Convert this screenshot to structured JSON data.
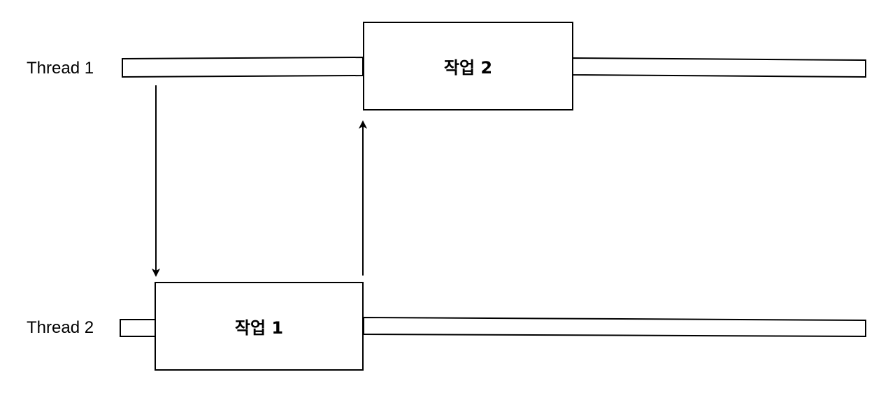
{
  "threads": [
    {
      "label": "Thread 1"
    },
    {
      "label": "Thread 2"
    }
  ],
  "tasks": [
    {
      "label": "작업 1",
      "thread": "Thread 2"
    },
    {
      "label": "작업 2",
      "thread": "Thread 1"
    }
  ],
  "colors": {
    "stroke": "#000000",
    "background": "#ffffff"
  }
}
